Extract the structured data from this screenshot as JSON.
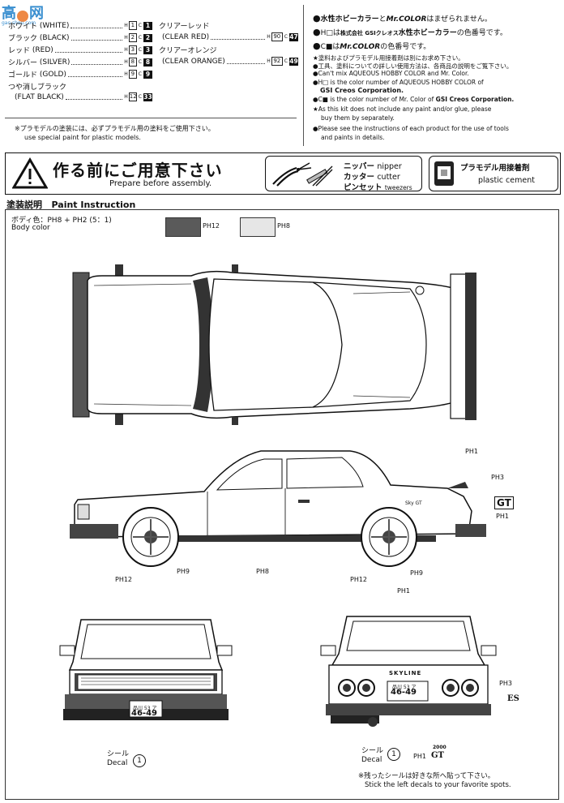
{
  "watermark": {
    "chars": "高",
    "suffix": "网",
    "domain": "gao.shou.com"
  },
  "colors_left": [
    {
      "jp": "ホワイト",
      "en": "(WHITE)",
      "h": "1",
      "c": "1"
    },
    {
      "jp": "ブラック",
      "en": "(BLACK)",
      "h": "2",
      "c": "2"
    },
    {
      "jp": "レッド",
      "en": "(RED)",
      "h": "3",
      "c": "3"
    },
    {
      "jp": "シルバー",
      "en": "(SILVER)",
      "h": "8",
      "c": "8"
    },
    {
      "jp": "ゴールド",
      "en": "(GOLD)",
      "h": "9",
      "c": "9"
    },
    {
      "jp": "つや消しブラック",
      "en": "(FLAT BLACK)",
      "h": "12",
      "c": "33"
    }
  ],
  "colors_right": [
    {
      "jp": "クリアーレッド",
      "en": "(CLEAR RED)",
      "h": "90",
      "c": "47"
    },
    {
      "jp": "クリアーオレンジ",
      "en": "(CLEAR ORANGE)",
      "h": "92",
      "c": "49"
    }
  ],
  "labels": {
    "h": "H",
    "c": "C"
  },
  "plastic_note_jp": "※プラモデルの塗装には、必ずプラモデル用の塗料をご使用下さい。",
  "plastic_note_en": "use special paint for plastic models.",
  "right_notes": {
    "line1_a": "水性ホビーカラー",
    "line1_b": "と",
    "line1_c": "Mr.COLOR",
    "line1_d": "はまぜられません。",
    "line2_a": "H□",
    "line2_b": "は",
    "line2_c": "株式会社 GSIクレオス",
    "line2_d": "水性ホビーカラー",
    "line2_e": "の色番号です。",
    "line3_a": "C■",
    "line3_b": "は",
    "line3_c": "Mr.COLOR",
    "line3_d": "の色番号です。",
    "line4": "★塗料およびプラモデル用接着剤は別にお求め下さい。",
    "line5": "●工具、塗料についての詳しい使用方法は、各商品の説明をご覧下さい。",
    "line6": "●Can't mix AQUEOUS HOBBY COLOR and Mr. Color.",
    "line7": "●H□ is the color number of AQUEOUS HOBBY COLOR of",
    "line8": "GSI Creos Corporation.",
    "line9": "●C■ is the color number of Mr. Color of",
    "line9b": "GSI Creos Corporation.",
    "line10": "★As this kit does not include any paint and/or glue, please",
    "line11": "buy them by separately.",
    "line12": "●Please see the instructions of each product for the use of tools",
    "line13": "and paints in details."
  },
  "banner": {
    "title_jp": "作る前にご用意下さい",
    "title_en": "Prepare before assembly.",
    "nipper_jp": "ニッパー",
    "nipper_en": "nipper",
    "cutter_jp": "カッター",
    "cutter_en": "cutter",
    "tweezers_jp": "ピンセット",
    "tweezers_en": "tweezers",
    "cement_jp": "プラモデル用接着剤",
    "cement_en": "plastic cement"
  },
  "paint": {
    "title_jp": "塗装説明",
    "title_en": "Paint Instruction",
    "body_jp": "ボディ色：",
    "body_mix": "PH8 + PH2 (5：1)",
    "body_en": "Body color",
    "swatch1_code": "PH12",
    "swatch2_code": "PH8",
    "swatch1_color": "#5a5a5a",
    "swatch2_color": "#e6e6e6"
  },
  "callouts": {
    "side_spoiler": "PH1",
    "side_gt": "PH3",
    "side_gt_text": "GT",
    "side_ph1b": "PH1",
    "side_wheel_l_code": "PH12",
    "side_wheel_l_code2": "PH9",
    "side_center": "PH8",
    "side_wheel_r_code": "PH12",
    "side_wheel_r_code2": "PH9",
    "rear_top": "PH1",
    "rear_right": "PH3",
    "rear_es": "ES",
    "rear_bottom": "PH1",
    "rear_2000": "2000",
    "rear_gt": "GT"
  },
  "plates": {
    "front_top": "品川 53 ア",
    "front_num": "46-49",
    "rear_top": "品川 53 ア",
    "rear_num": "46-49"
  },
  "rear_badge": "SKYLINE",
  "decal": {
    "jp": "シール",
    "en": "Decal",
    "num": "1"
  },
  "decal_rear": {
    "jp": "シール",
    "en": "Decal",
    "num": "1"
  },
  "footer_jp": "※残ったシールは好きな所へ貼って下さい。",
  "footer_en": "Stick the left decals to your favorite spots."
}
